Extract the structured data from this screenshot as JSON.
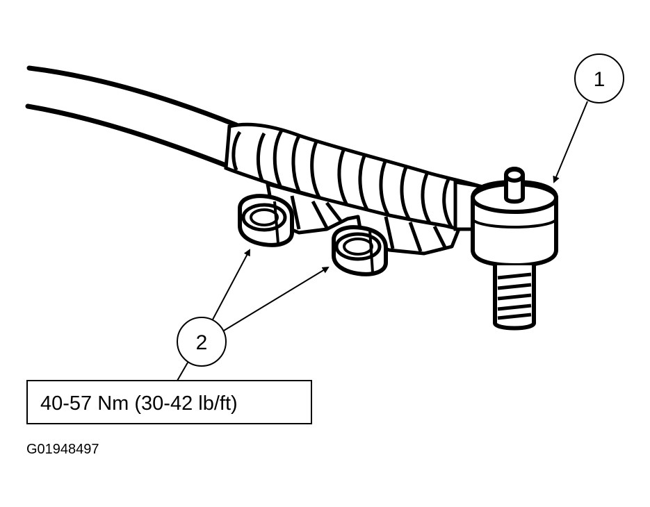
{
  "callouts": {
    "tie_rod_end": "1",
    "nuts": "2"
  },
  "torque_spec": {
    "text": "40-57 Nm (30-42 lb/ft)"
  },
  "figure_id": "G01948497",
  "colors": {
    "ink": "#000000",
    "paper": "#ffffff"
  }
}
